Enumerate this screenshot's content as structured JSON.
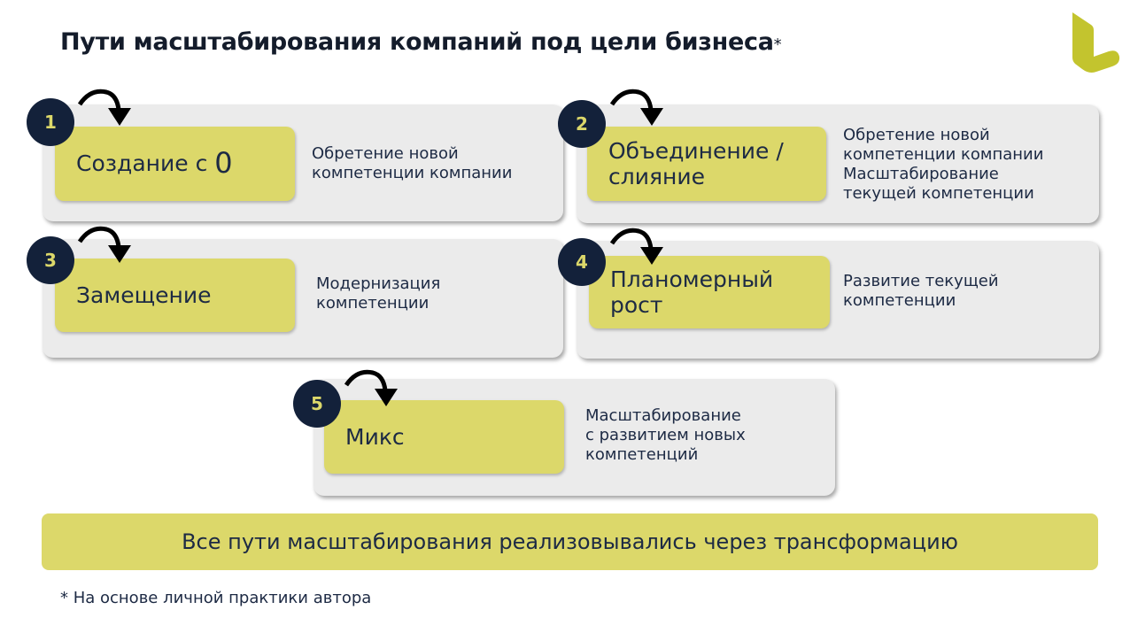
{
  "title": "Пути масштабирования компаний под цели бизнеса",
  "title_mark": "*",
  "colors": {
    "accent": "#dcd86a",
    "badge": "#13213a",
    "card": "#ebebeb",
    "logo": "#c3c42e"
  },
  "paths": [
    {
      "number": "1",
      "name": "Создание с ",
      "name_suffix": "0",
      "desc": [
        "Обретение новой",
        "компетенции компании"
      ]
    },
    {
      "number": "2",
      "name": "Объединение / слияние",
      "desc": [
        "Обретение новой",
        "компетенции компании",
        "Масштабирование",
        "текущей компетенции"
      ]
    },
    {
      "number": "3",
      "name": "Замещение",
      "desc": [
        "Модернизация",
        "компетенции"
      ]
    },
    {
      "number": "4",
      "name": "Планомерный рост",
      "desc": [
        "Развитие текущей",
        "компетенции"
      ]
    },
    {
      "number": "5",
      "name": "Микс",
      "desc": [
        "Масштабирование",
        "с развитием новых",
        "компетенций"
      ]
    }
  ],
  "banner": "Все пути масштабирования реализовывались через трансформацию",
  "footnote": "* На основе личной практики автора"
}
